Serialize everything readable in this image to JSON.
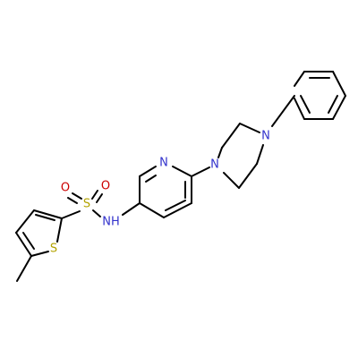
{
  "colors": {
    "carbon_bond": "#000000",
    "nitrogen": "#3333cc",
    "oxygen": "#cc0000",
    "sulfur": "#b3a300",
    "background": "#ffffff"
  },
  "molecule": {
    "atoms": {
      "N_piperazine_top": "N",
      "N_piperazine_left": "N",
      "N_pyridine": "N",
      "NH_sulfonamide": "NH",
      "O_left": "O",
      "O_right": "O",
      "S_sulfonyl": "S",
      "S_thiophene": "S"
    }
  }
}
